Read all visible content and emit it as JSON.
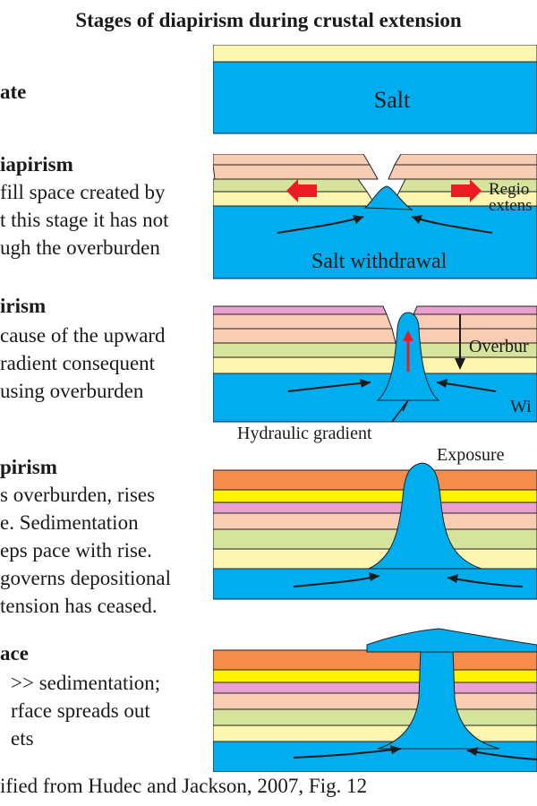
{
  "title": "Stages of diapirism during crustal extension",
  "stages": [
    {
      "heading": "ate",
      "lines": []
    },
    {
      "heading": "iapirism",
      "lines": [
        "fill space created by",
        "t this stage it has not",
        "ugh the overburden"
      ]
    },
    {
      "heading": "irism",
      "lines": [
        "cause of the upward",
        "radient consequent",
        "using overburden"
      ]
    },
    {
      "heading": "pirism",
      "lines": [
        "s overburden, rises",
        "e. Sedimentation",
        "eps pace with rise.",
        "governs depositional",
        "tension has ceased."
      ]
    },
    {
      "heading": "ace",
      "lines": [
        ">> sedimentation;",
        "rface spreads out",
        "ets"
      ]
    }
  ],
  "panel_labels": {
    "salt": "Salt",
    "regional_extension_1": "Regio",
    "regional_extension_2": "extens",
    "salt_withdrawal": "Salt withdrawal",
    "overburden": "Overbur",
    "withdrawal": "Wi",
    "hydraulic_gradient": "Hydraulic gradient",
    "exposure": "Exposure"
  },
  "footer": "ified from Hudec and Jackson, 2007, Fig. 12",
  "colors": {
    "salt": "#00aeef",
    "yellow_pale": "#fdf6b0",
    "green": "#d6e39b",
    "peach": "#f9cdb4",
    "pink": "#eaa1cf",
    "yellow": "#fff200",
    "orange": "#f58c4b",
    "arrow_red": "#ed1c24"
  }
}
